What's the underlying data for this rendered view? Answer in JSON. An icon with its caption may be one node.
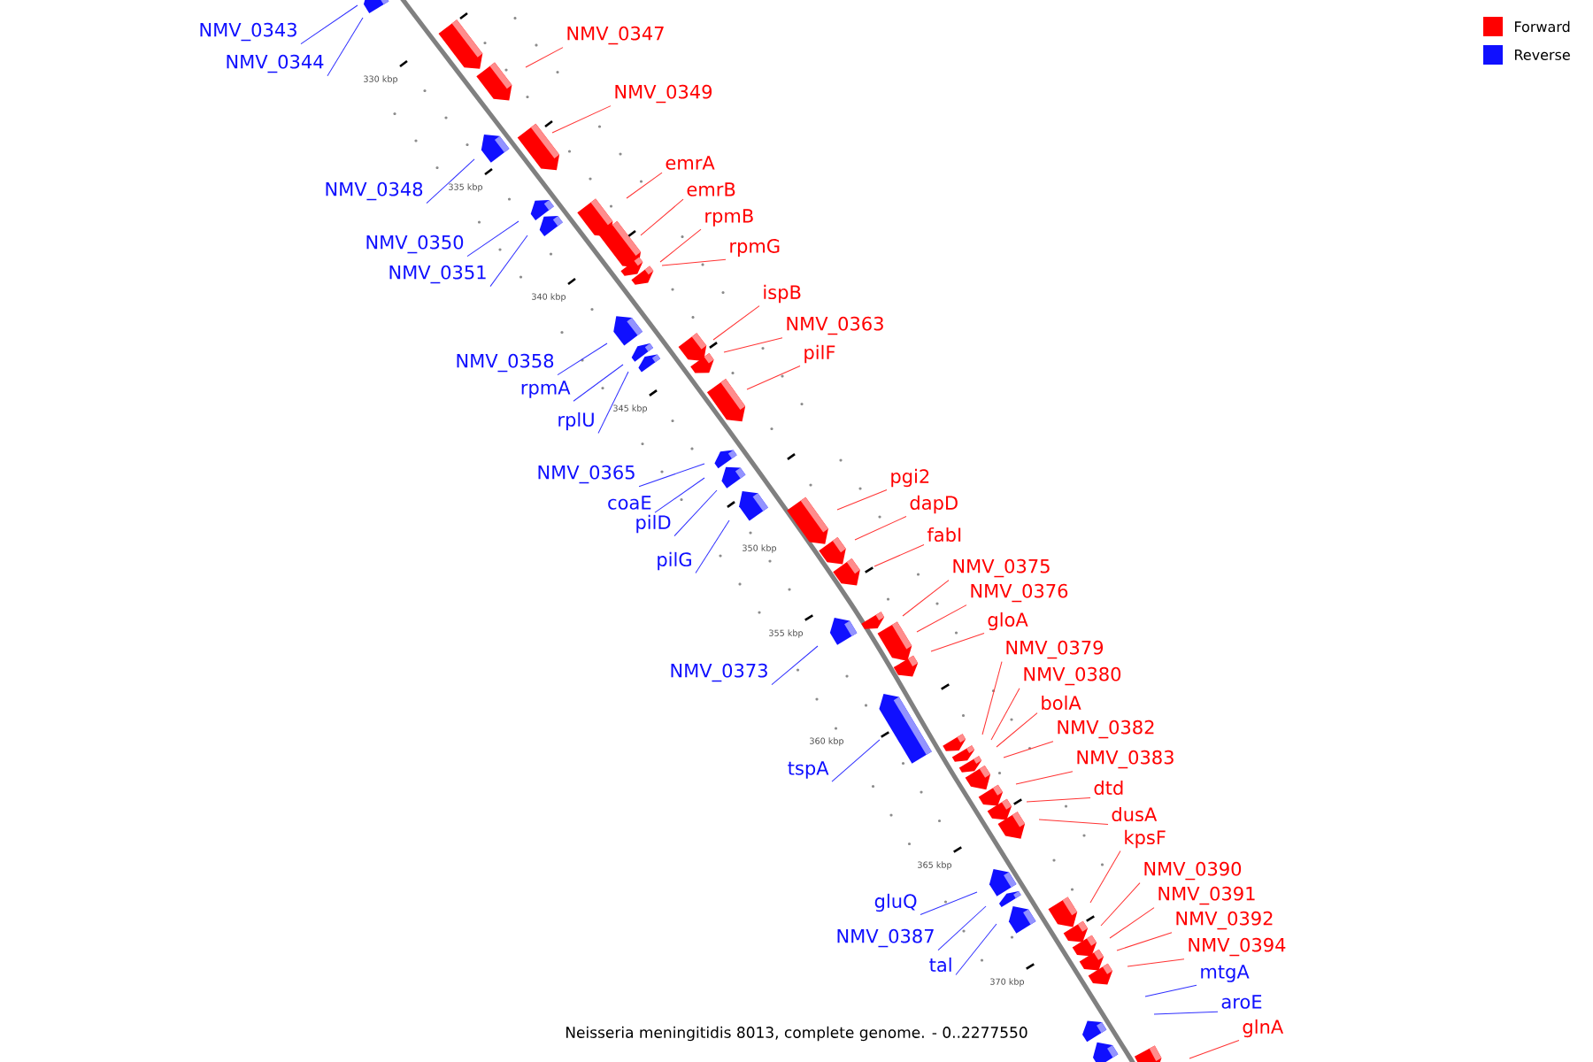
{
  "diagram": {
    "caption": "Neisseria meningitidis 8013, complete genome. - 0..2277550",
    "nodes": [
      {
        "text": [
          "NMV_0343"
        ]
      },
      {
        "text": [
          "NMV_0347"
        ]
      },
      {
        "text": [
          "NMV_0344"
        ]
      },
      {
        "text": [
          "NMV_0349"
        ]
      },
      {
        "text": [
          "emrA"
        ]
      },
      {
        "text": [
          "emrB"
        ]
      },
      {
        "text": [
          "NMV_0348"
        ]
      },
      {
        "text": [
          "rpmB"
        ]
      },
      {
        "text": [
          "NMV_0350"
        ]
      },
      {
        "text": [
          "rpmG"
        ]
      },
      {
        "text": [
          "NMV_0351"
        ]
      },
      {
        "text": [
          "ispB"
        ]
      },
      {
        "text": [
          "NMV_0363"
        ]
      },
      {
        "text": [
          "pilF"
        ]
      },
      {
        "text": [
          "NMV_0358"
        ]
      },
      {
        "text": [
          "rpmA"
        ]
      },
      {
        "text": [
          "rplU"
        ]
      },
      {
        "text": [
          "NMV_0365"
        ]
      },
      {
        "text": [
          "pgi2"
        ]
      },
      {
        "text": [
          "coaE"
        ]
      },
      {
        "text": [
          "dapD"
        ]
      },
      {
        "text": [
          "pilD"
        ]
      },
      {
        "text": [
          "fabI"
        ]
      },
      {
        "text": [
          "pilG"
        ]
      },
      {
        "text": [
          "NMV_0375"
        ]
      },
      {
        "text": [
          "NMV_0376"
        ]
      },
      {
        "text": [
          "gloA"
        ]
      },
      {
        "text": [
          "NMV_0379"
        ]
      },
      {
        "text": [
          "NMV_0373"
        ]
      },
      {
        "text": [
          "NMV_0380"
        ]
      },
      {
        "text": [
          "bolA"
        ]
      },
      {
        "text": [
          "NMV_0382"
        ]
      },
      {
        "text": [
          "NMV_0383"
        ]
      },
      {
        "text": [
          "tspA"
        ]
      },
      {
        "text": [
          "dtd"
        ]
      },
      {
        "text": [
          "dusA"
        ]
      },
      {
        "text": [
          "kpsF"
        ]
      },
      {
        "text": [
          "NMV_0390"
        ]
      },
      {
        "text": [
          "NMV_0391"
        ]
      },
      {
        "text": [
          "gluQ"
        ]
      },
      {
        "text": [
          "NMV_0392"
        ]
      },
      {
        "text": [
          "NMV_0387"
        ]
      },
      {
        "text": [
          "NMV_0394"
        ]
      },
      {
        "text": [
          "tal"
        ]
      },
      {
        "text": [
          "mtgA"
        ]
      },
      {
        "text": [
          "aroE"
        ]
      },
      {
        "text": [
          "glnA"
        ]
      }
    ],
    "edges": [
      {
        "from": 0,
        "to": null,
        "arrow": "none",
        "color": "#3030ff"
      },
      {
        "from": 1,
        "to": null,
        "arrow": "none"
      },
      {
        "from": 2,
        "to": null,
        "arrow": "none",
        "color": "#3030ff"
      },
      {
        "from": 3,
        "to": null,
        "arrow": "none"
      },
      {
        "from": 4,
        "to": null,
        "arrow": "none"
      },
      {
        "from": 5,
        "to": null,
        "arrow": "none"
      },
      {
        "from": 6,
        "to": null,
        "arrow": "none",
        "color": "#3030ff"
      },
      {
        "from": 7,
        "to": null,
        "arrow": "none"
      },
      {
        "from": 8,
        "to": null,
        "arrow": "none",
        "color": "#3030ff"
      },
      {
        "from": 9,
        "to": null,
        "arrow": "none"
      },
      {
        "from": 10,
        "to": null,
        "arrow": "none",
        "color": "#3030ff"
      },
      {
        "from": 11,
        "to": null,
        "arrow": "none"
      },
      {
        "from": 12,
        "to": null,
        "arrow": "none"
      },
      {
        "from": 13,
        "to": null,
        "arrow": "none"
      },
      {
        "from": 14,
        "to": null,
        "arrow": "none",
        "color": "#3030ff"
      },
      {
        "from": 15,
        "to": null,
        "arrow": "none",
        "color": "#3030ff"
      },
      {
        "from": 16,
        "to": null,
        "arrow": "none",
        "color": "#3030ff"
      },
      {
        "from": 17,
        "to": null,
        "arrow": "none",
        "color": "#3030ff"
      },
      {
        "from": 18,
        "to": null,
        "arrow": "none"
      },
      {
        "from": 19,
        "to": null,
        "arrow": "none",
        "color": "#3030ff"
      },
      {
        "from": 20,
        "to": null,
        "arrow": "none"
      },
      {
        "from": 21,
        "to": null,
        "arrow": "none",
        "color": "#3030ff"
      },
      {
        "from": 22,
        "to": null,
        "arrow": "none"
      },
      {
        "from": 23,
        "to": null,
        "arrow": "none",
        "color": "#3030ff"
      },
      {
        "from": 24,
        "to": null,
        "arrow": "none"
      },
      {
        "from": 25,
        "to": null,
        "arrow": "none"
      },
      {
        "from": 26,
        "to": null,
        "arrow": "none"
      },
      {
        "from": 27,
        "to": null,
        "arrow": "none"
      },
      {
        "from": 28,
        "to": null,
        "arrow": "none",
        "color": "#3030ff"
      },
      {
        "from": 29,
        "to": null,
        "arrow": "none"
      },
      {
        "from": 30,
        "to": null,
        "arrow": "none"
      },
      {
        "from": 31,
        "to": null,
        "arrow": "none"
      },
      {
        "from": 32,
        "to": null,
        "arrow": "none"
      },
      {
        "from": 33,
        "to": null,
        "arrow": "none",
        "color": "#3030ff"
      },
      {
        "from": 34,
        "to": null,
        "arrow": "none"
      },
      {
        "from": 35,
        "to": null,
        "arrow": "none"
      },
      {
        "from": 36,
        "to": null,
        "arrow": "none"
      },
      {
        "from": 37,
        "to": null,
        "arrow": "none"
      },
      {
        "from": 38,
        "to": null,
        "arrow": "none"
      },
      {
        "from": 39,
        "to": null,
        "arrow": "none",
        "color": "#3030ff"
      },
      {
        "from": 40,
        "to": null,
        "arrow": "none"
      },
      {
        "from": 41,
        "to": null,
        "arrow": "none",
        "color": "#3030ff"
      },
      {
        "from": 42,
        "to": null,
        "arrow": "none"
      },
      {
        "from": 43,
        "to": null,
        "arrow": "none",
        "color": "#3030ff"
      },
      {
        "from": 44,
        "to": null,
        "arrow": "none",
        "color": "#3030ff"
      },
      {
        "from": 45,
        "to": null,
        "arrow": "none",
        "color": "#3030ff"
      },
      {
        "from": 46,
        "to": null,
        "arrow": "none"
      }
    ],
    "labels": [
      "330 kbp",
      "335 kbp",
      "340 kbp",
      "345 kbp",
      "350 kbp",
      "355 kbp",
      "360 kbp",
      "365 kbp",
      "370 kbp"
    ],
    "legend": [
      {
        "text": "Forward",
        "color": "#ff0000"
      },
      {
        "text": "Reverse",
        "color": "#1010ff"
      }
    ]
  }
}
